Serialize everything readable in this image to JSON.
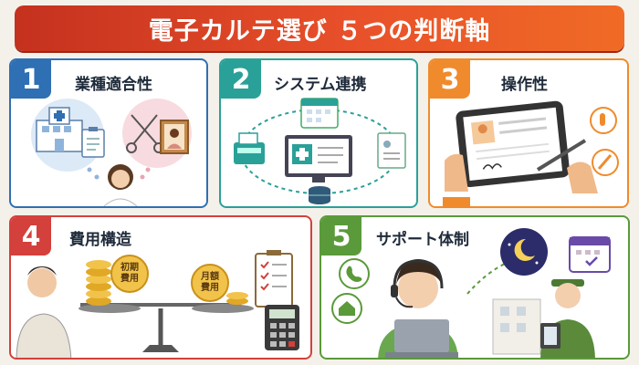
{
  "header": {
    "title": "電子カルテ選び ５つの判断軸"
  },
  "cards": [
    {
      "number": "1",
      "title": "業種適合性"
    },
    {
      "number": "2",
      "title": "システム連携"
    },
    {
      "number": "3",
      "title": "操作性"
    },
    {
      "number": "4",
      "title": "費用構造"
    },
    {
      "number": "5",
      "title": "サポート体制"
    }
  ],
  "labels": {
    "initial_cost": "初期\n費用",
    "monthly_fee": "月額\n費用"
  },
  "colors": {
    "banner": "#e8502a",
    "card1": "#2f6fb3",
    "card2": "#2aa198",
    "card3": "#ef8b2c",
    "card4": "#d4403b",
    "card5": "#5a9a3a"
  },
  "icons": [
    "hospital-icon",
    "clipboard-icon",
    "scissors-icon",
    "portrait-icon",
    "calendar-icon",
    "register-icon",
    "monitor-icon",
    "document-icon",
    "database-icon",
    "tablet-icon",
    "stylus-icon",
    "tap-hand-icon",
    "pen-icon",
    "coins-icon",
    "balance-scale-icon",
    "checklist-icon",
    "calculator-icon",
    "phone-icon",
    "home-icon",
    "headset-operator-icon",
    "laptop-icon",
    "moon-icon",
    "technician-icon",
    "building-icon"
  ]
}
